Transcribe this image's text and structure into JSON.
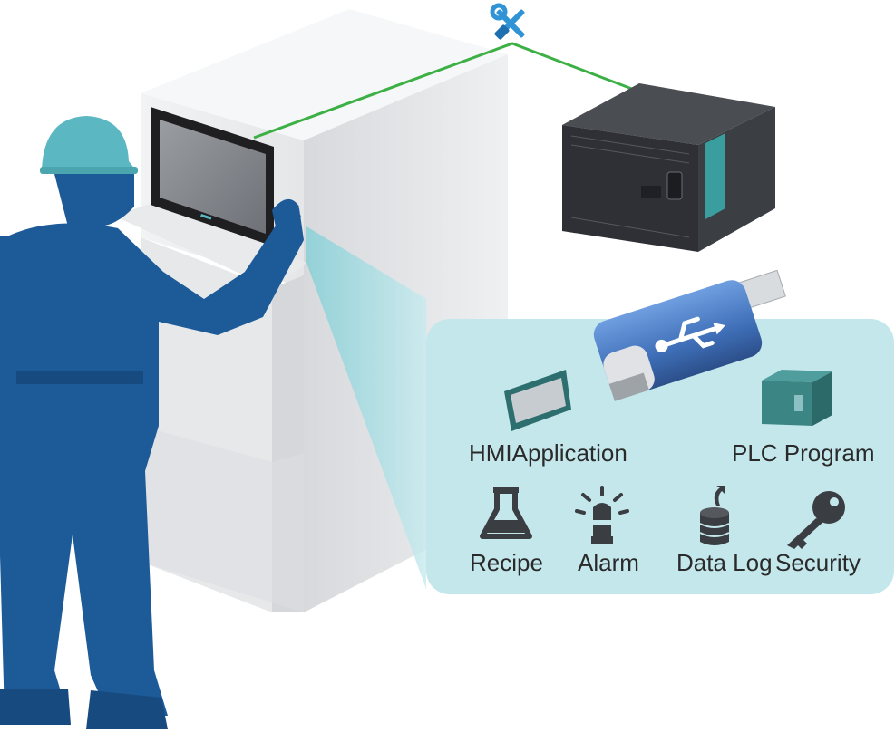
{
  "colors": {
    "worker": "#1d5a98",
    "helmet": "#5bb8c2",
    "panel": "#bfe6ea",
    "connection_line": "#3cb044",
    "plc_accent": "#3a9e9e",
    "usb_body": "#4a7fc8"
  },
  "icons": {
    "tool": "wrench-screwdriver-icon",
    "usb": "usb-drive-icon",
    "hmi": "hmi-panel-icon",
    "plc": "plc-module-icon",
    "recipe": "flask-icon",
    "alarm": "alarm-beacon-icon",
    "datalog": "database-icon",
    "security": "key-icon"
  },
  "labels": {
    "hmi_application": "HMIApplication",
    "plc_program": "PLC Program",
    "recipe": "Recipe",
    "alarm": "Alarm",
    "data_log": "Data Log",
    "security": "Security"
  }
}
